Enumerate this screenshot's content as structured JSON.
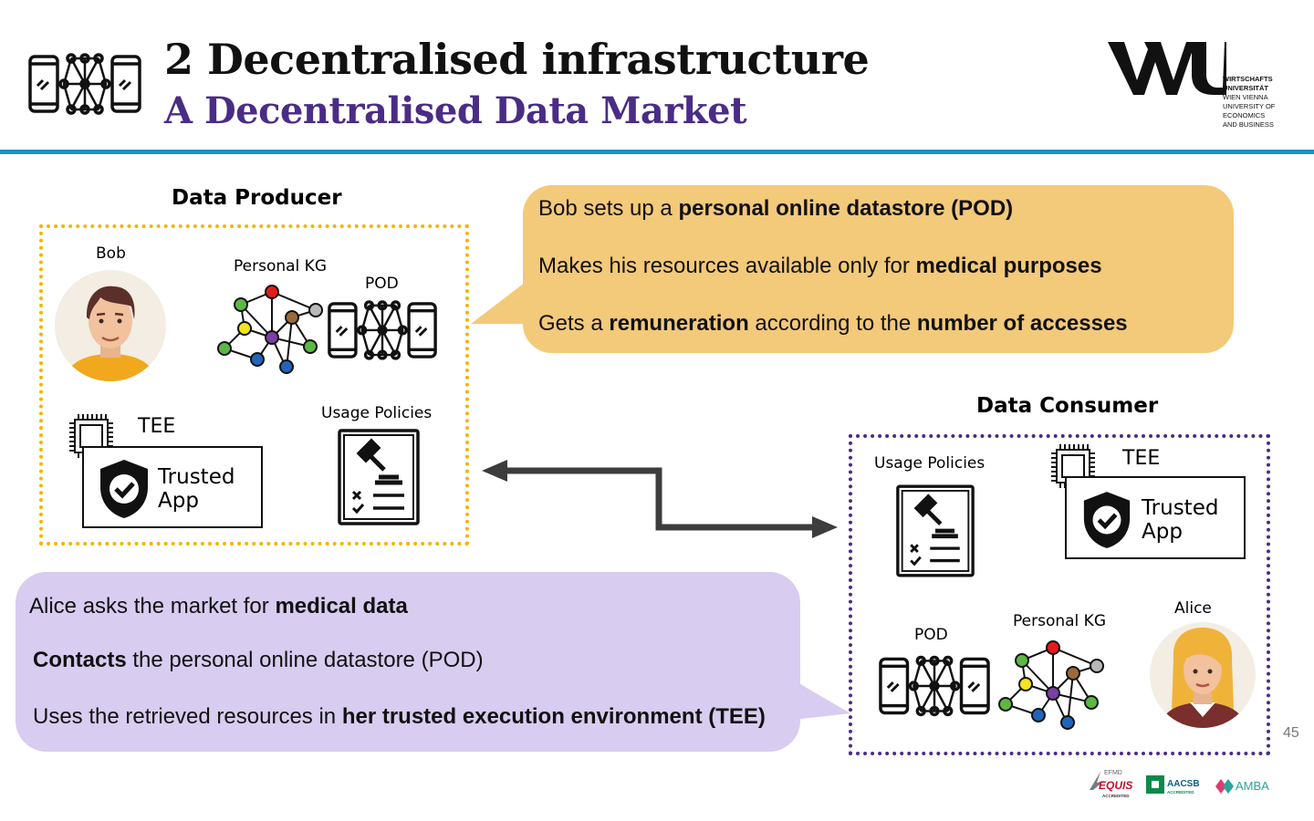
{
  "header": {
    "title": "2 Decentralised infrastructure",
    "subtitle": "A Decentralised Data Market",
    "logo_lines": [
      "WIRTSCHAFTS",
      "UNIVERSITÄT",
      "WIEN VIENNA",
      "UNIVERSITY OF",
      "ECONOMICS",
      "AND BUSINESS"
    ],
    "rule_color": "#1d8fc9"
  },
  "producer": {
    "title": "Data Producer",
    "border_color": "#f4b400",
    "person": "Bob",
    "kg_label": "Personal KG",
    "pod_label": "POD",
    "tee_label": "TEE",
    "app_line1": "Trusted",
    "app_line2": "App",
    "policies_label": "Usage Policies"
  },
  "consumer": {
    "title": "Data Consumer",
    "border_color": "#4a2c86",
    "person": "Alice",
    "kg_label": "Personal KG",
    "pod_label": "POD",
    "tee_label": "TEE",
    "app_line1": "Trusted",
    "app_line2": "App",
    "policies_label": "Usage Policies"
  },
  "bob_bubble": {
    "color": "#f3c97a",
    "l1_a": "Bob sets up a ",
    "l1_b": "personal online datastore (POD)",
    "l2_a": "Makes his resources available only for ",
    "l2_b": "medical purposes",
    "l3_a": "Gets a ",
    "l3_b": "remuneration",
    "l3_c": " according to the ",
    "l3_d": "number of accesses"
  },
  "alice_bubble": {
    "color": "#d8ccf0",
    "l1_a": "Alice asks the market for ",
    "l1_b": "medical data",
    "l2_a": "Contacts",
    "l2_b": " the personal online datastore  (POD)",
    "l3_a": "Uses the retrieved resources in ",
    "l3_b": "her trusted execution environment (TEE)"
  },
  "footer": {
    "page_number": "45",
    "accreditations": [
      "EFMD",
      "EQUIS",
      "ACCREDITED",
      "AACSB",
      "ACCREDITED",
      "AMBA"
    ]
  },
  "icons": [
    "network-phones-icon",
    "wu-logo",
    "bob-avatar",
    "alice-avatar",
    "knowledge-graph-icon",
    "pod-icon",
    "chip-icon",
    "shield-check-icon",
    "usage-policy-document-icon",
    "bidirectional-arrow"
  ]
}
